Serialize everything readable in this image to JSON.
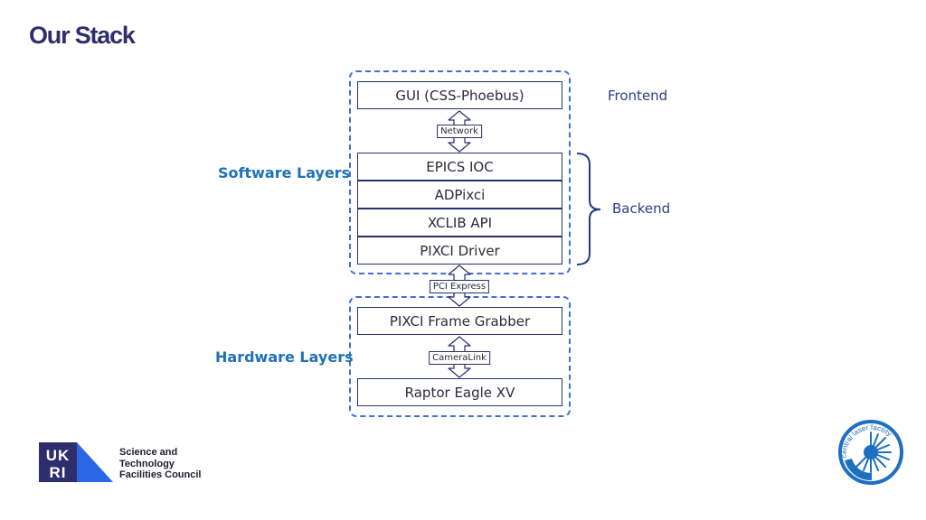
{
  "slide": {
    "title": "Our Stack"
  },
  "labels": {
    "software_layers": "Software Layers",
    "hardware_layers": "Hardware Layers",
    "frontend": "Frontend",
    "backend": "Backend"
  },
  "software_stack": [
    "GUI (CSS-Phoebus)",
    "EPICS IOC",
    "ADPixci",
    "XCLIB API",
    "PIXCI Driver"
  ],
  "hardware_stack": [
    "PIXCI Frame Grabber",
    "Raptor Eagle XV"
  ],
  "connectors": {
    "network": "Network",
    "pci_express": "PCI Express",
    "cameralink": "CameraLink"
  },
  "logos": {
    "ukri_text_line1": "Science and",
    "ukri_text_line2": "Technology",
    "ukri_text_line3": "Facilities Council",
    "clf_text": "central laser facility"
  },
  "colors": {
    "title": "#2e2d6e",
    "dashed_border": "#3f6fd6",
    "layer_label": "#1f72b8",
    "side_label": "#2c3f86",
    "box_border": "#26306a",
    "ukri_blue": "#2b67e4",
    "ukri_navy": "#2e2d6e",
    "clf_blue": "#1d6fbf"
  }
}
